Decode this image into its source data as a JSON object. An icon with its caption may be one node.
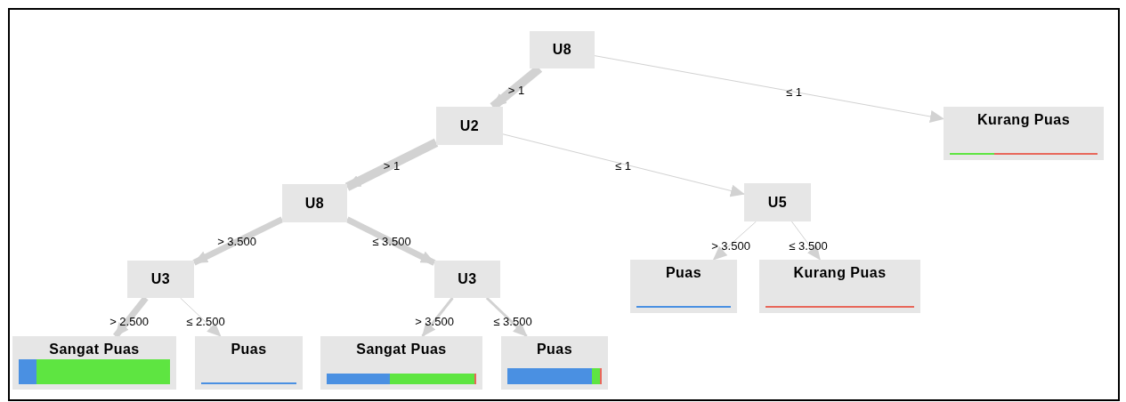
{
  "diagram": {
    "nodes": [
      {
        "text": [
          "U8"
        ]
      },
      {
        "text": [
          "U2"
        ]
      },
      {
        "text": [
          "Kurang Puas"
        ]
      },
      {
        "text": [
          "U8"
        ]
      },
      {
        "text": [
          "U5"
        ]
      },
      {
        "text": [
          "U3"
        ]
      },
      {
        "text": [
          "U3"
        ]
      },
      {
        "text": [
          "Puas"
        ]
      },
      {
        "text": [
          "Kurang Puas"
        ]
      },
      {
        "text": [
          "Sangat Puas"
        ]
      },
      {
        "text": [
          "Puas"
        ]
      },
      {
        "text": [
          "Sangat Puas"
        ]
      },
      {
        "text": [
          "Puas"
        ]
      }
    ],
    "edges": [
      {
        "from": 0,
        "to": 1,
        "arrow": "to",
        "label": "> 1",
        "style": "thick"
      },
      {
        "from": 0,
        "to": 2,
        "arrow": "to",
        "label": "≤ 1"
      },
      {
        "from": 1,
        "to": 3,
        "arrow": "to",
        "label": "> 1",
        "style": "thick"
      },
      {
        "from": 1,
        "to": 4,
        "arrow": "to",
        "label": "≤ 1"
      },
      {
        "from": 3,
        "to": 5,
        "arrow": "to",
        "label": "> 3.500",
        "style": "thick"
      },
      {
        "from": 3,
        "to": 6,
        "arrow": "to",
        "label": "≤ 3.500",
        "style": "thick"
      },
      {
        "from": 4,
        "to": 7,
        "arrow": "to",
        "label": "> 3.500"
      },
      {
        "from": 4,
        "to": 8,
        "arrow": "to",
        "label": "≤ 3.500"
      },
      {
        "from": 5,
        "to": 9,
        "arrow": "to",
        "label": "> 2.500",
        "style": "thick"
      },
      {
        "from": 5,
        "to": 10,
        "arrow": "to",
        "label": "≤ 2.500"
      },
      {
        "from": 6,
        "to": 11,
        "arrow": "to",
        "label": "> 3.500"
      },
      {
        "from": 6,
        "to": 12,
        "arrow": "to",
        "label": "≤ 3.500"
      }
    ]
  }
}
